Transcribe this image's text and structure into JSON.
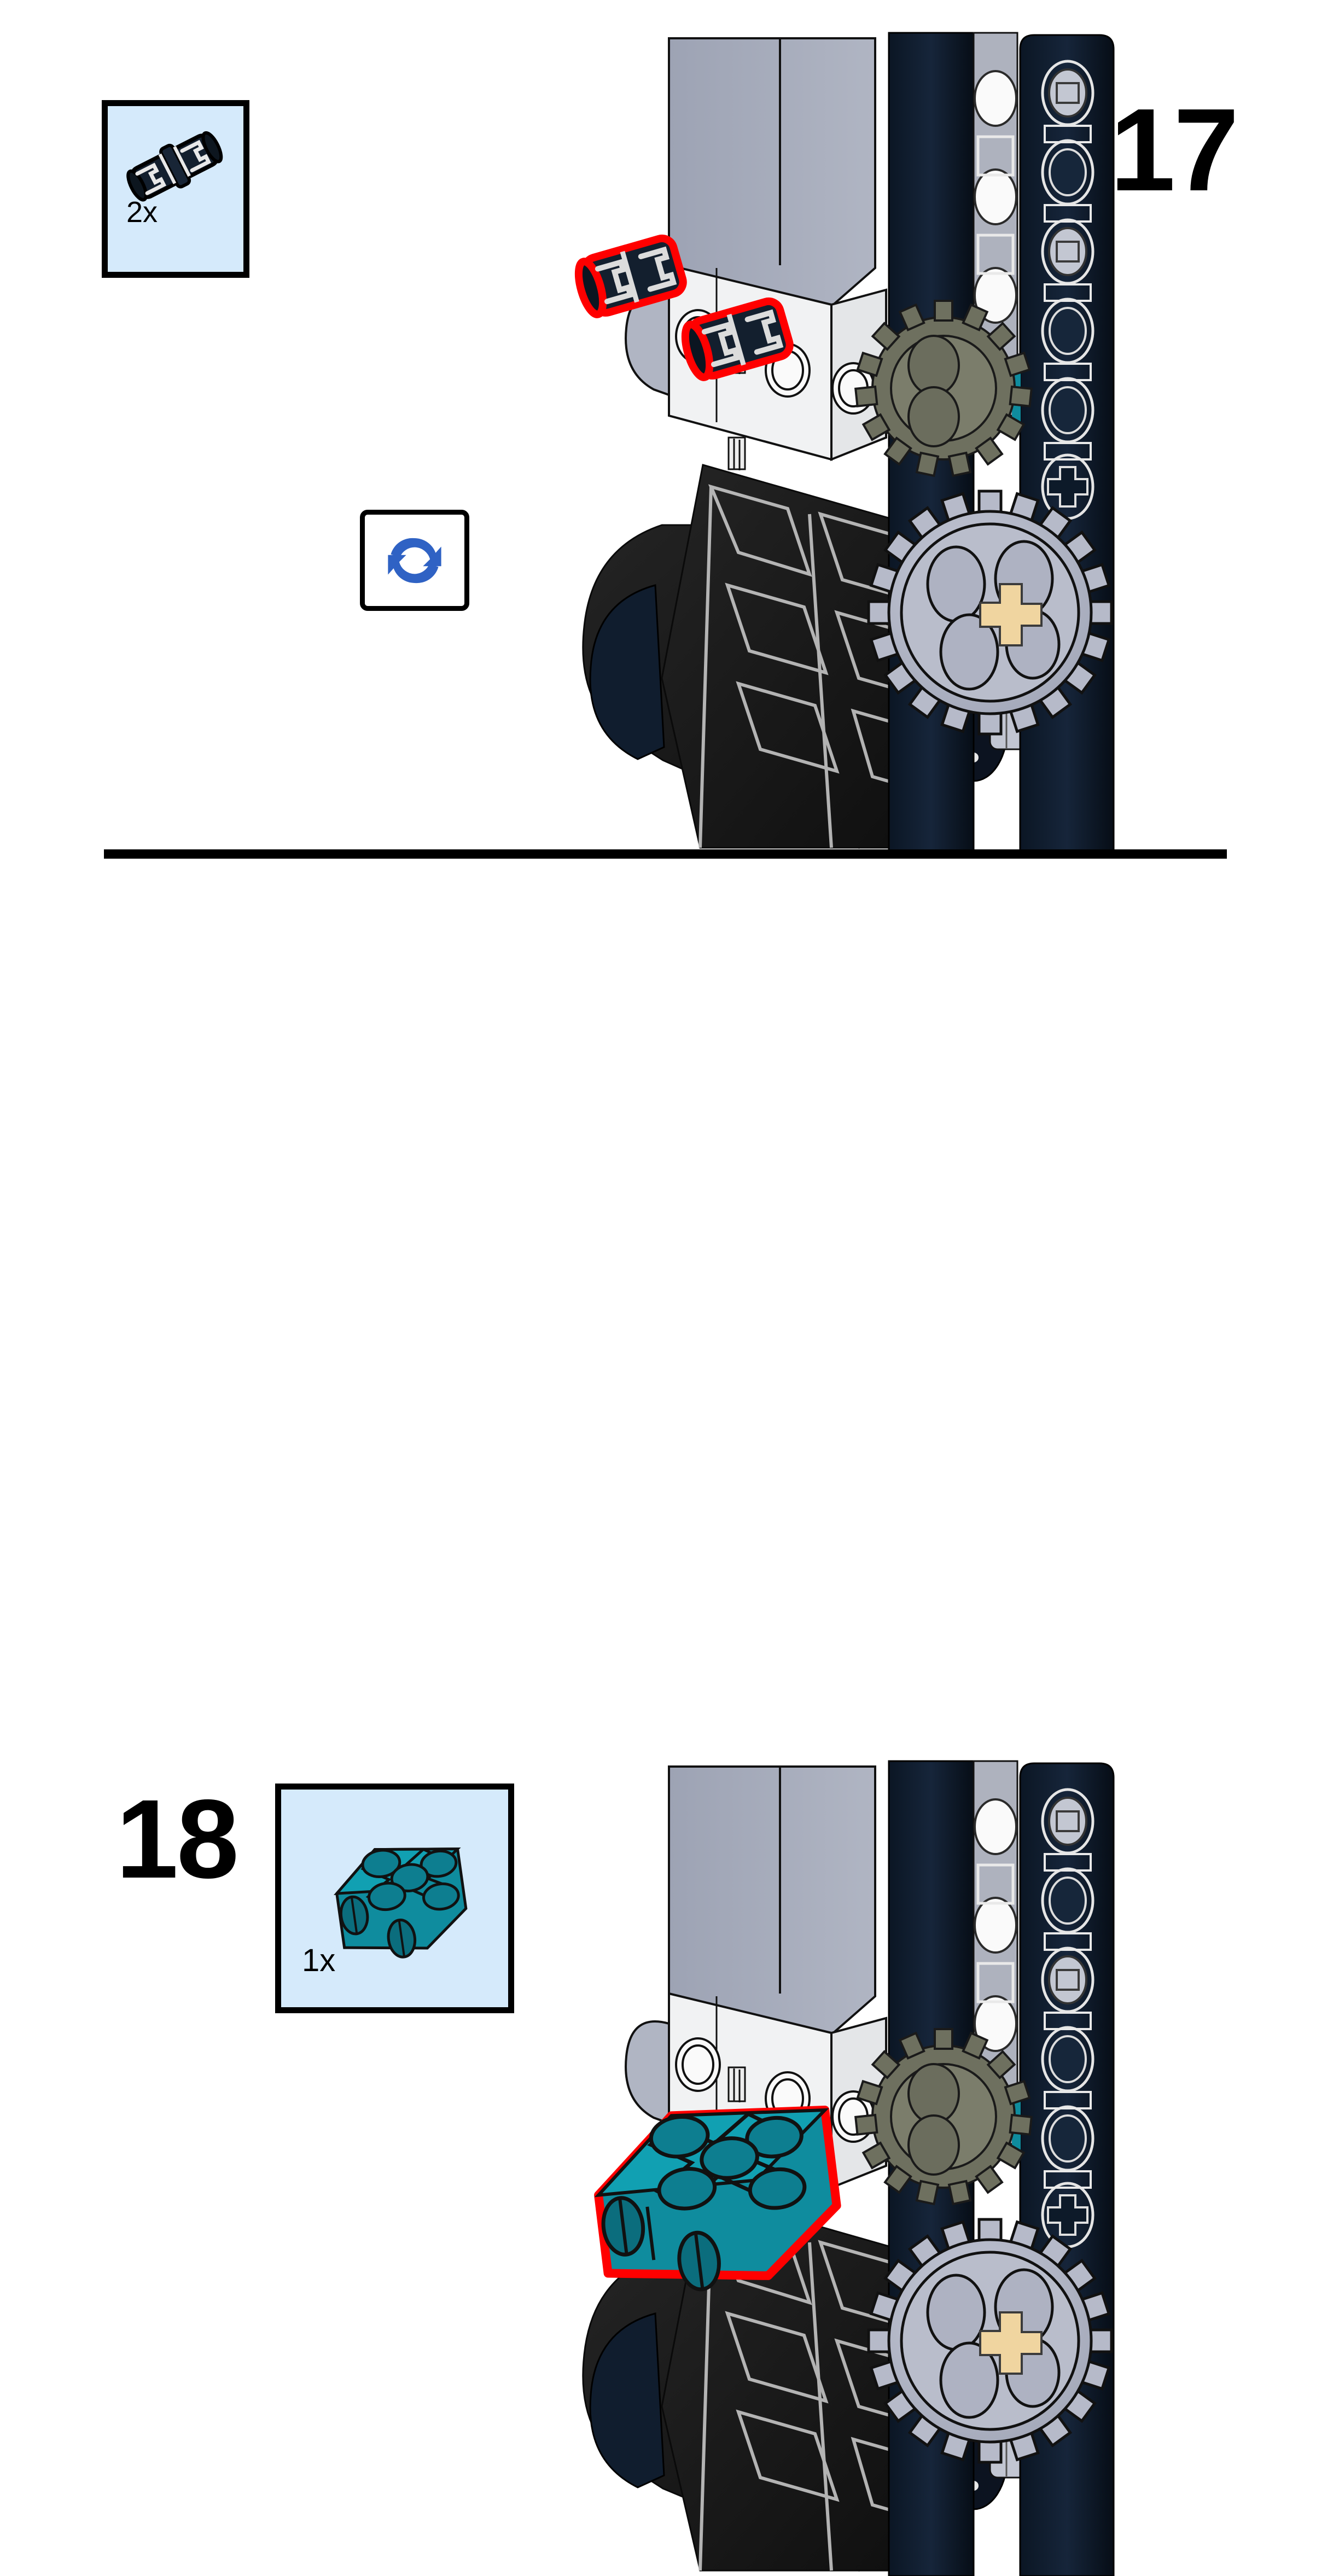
{
  "document": {
    "type": "lego-building-instructions",
    "page_background": "#ffffff"
  },
  "colors": {
    "callout_fill": "#d5eafb",
    "callout_border": "#000000",
    "highlight_outline": "#ff0000",
    "rotate_arrow": "#2f62c4",
    "part_dark_blue": "#131f2e",
    "part_teal": "#0f8c9e",
    "part_light_gray": "#b6bac9",
    "part_dark_gray": "#6b6d5f",
    "part_tan_axle": "#f0d5a0",
    "panel_gray": "#a3a8b8",
    "panel_white": "#f0f1f2",
    "tire_black": "#1a1a1a"
  },
  "steps": [
    {
      "id": "step-17",
      "number": "17",
      "number_position": "top-right",
      "parts": [
        {
          "icon": "technic-pin-connector",
          "quantity": "2x",
          "color": "#131f2e",
          "box_position": "top-left"
        }
      ],
      "hint_icon": {
        "name": "rotate-model-icon",
        "description": "two circular arrows indicating rotate the model",
        "color": "#2f62c4"
      },
      "highlighted_parts_count": 2,
      "highlight_color": "#ff0000"
    },
    {
      "id": "step-18",
      "number": "18",
      "number_position": "top-left",
      "parts": [
        {
          "icon": "technic-brick-2x2-with-pin-holes",
          "quantity": "1x",
          "color": "#0f8c9e",
          "box_position": "top-left-right-of-number"
        }
      ],
      "hint_icon": null,
      "highlighted_parts_count": 1,
      "highlight_color": "#ff0000"
    }
  ],
  "assembly": {
    "description": "Partial LEGO Technic vehicle chassis seen from the side: gray and white hub module on the left, black treaded tire below, dark navy liftarm beams on the right with a dark-gray gear meshing into a large light-gray gear driven by a tan cross axle."
  }
}
